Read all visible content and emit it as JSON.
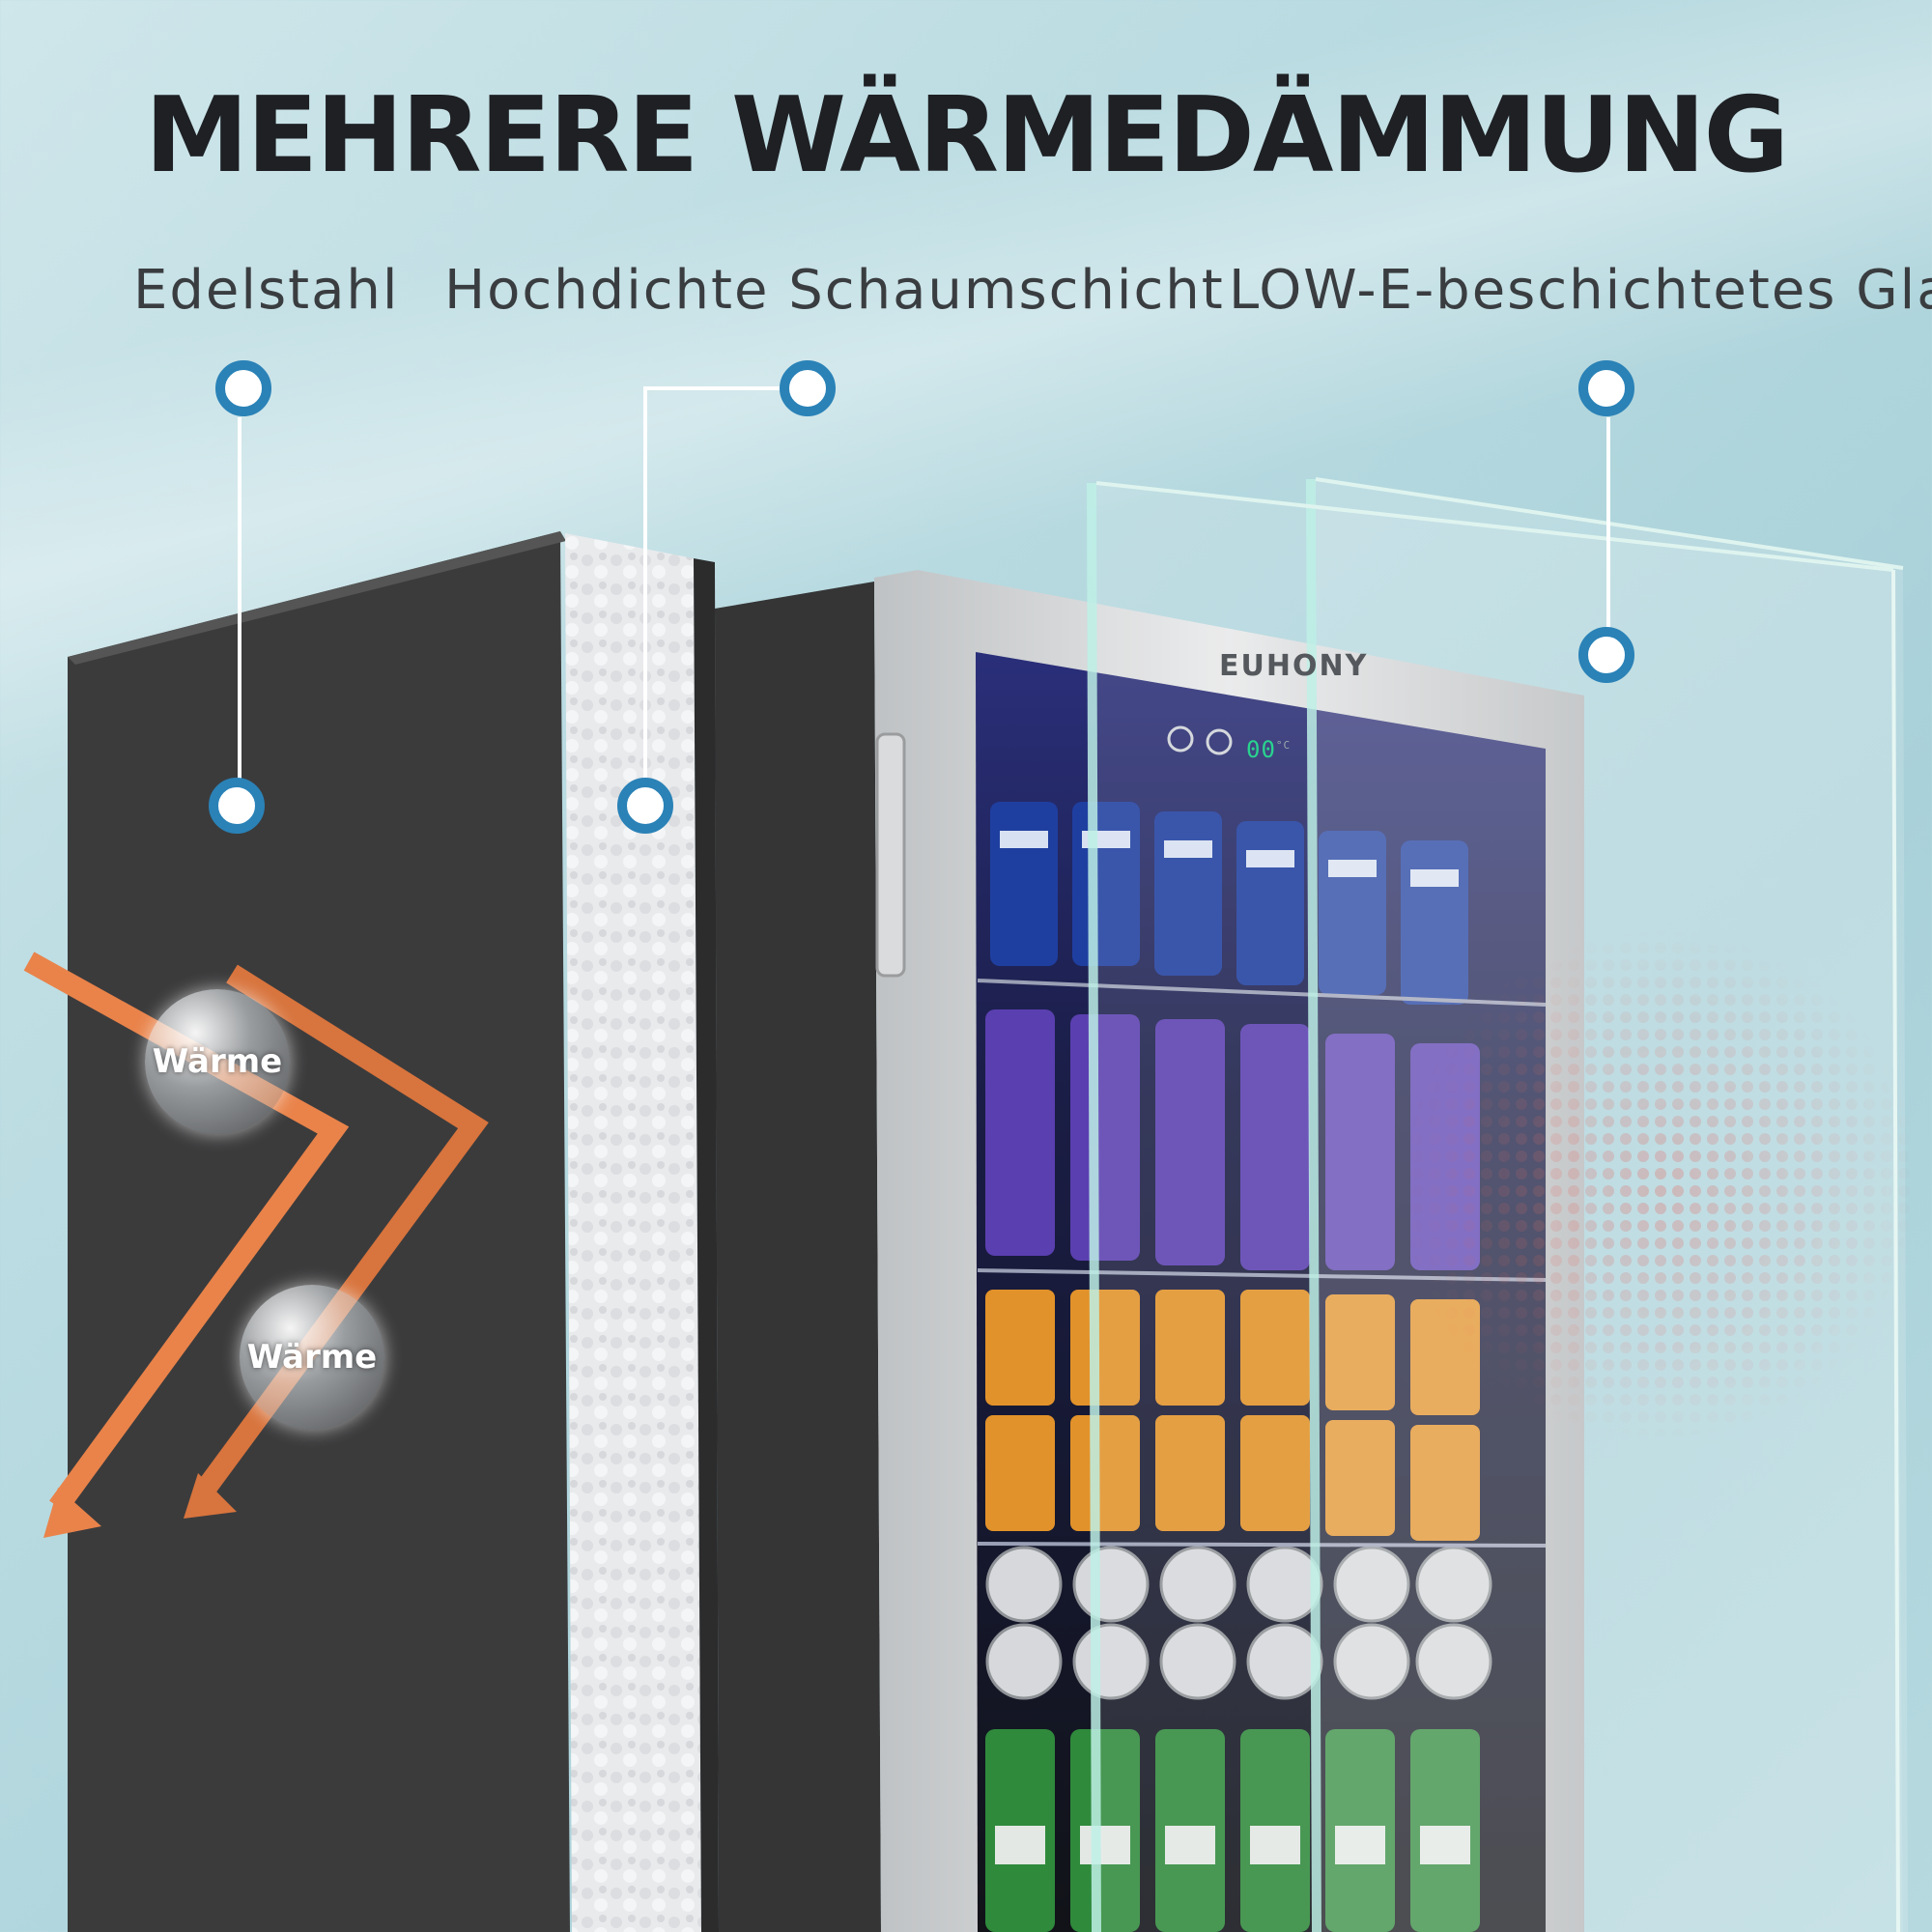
{
  "title": "MEHRERE WÄRMEDÄMMUNG",
  "layers": [
    {
      "label": "Edelstahl"
    },
    {
      "label": "Hochdichte Schaumschicht"
    },
    {
      "label": "LOW-E-beschichtetes Glas"
    }
  ],
  "heat": {
    "label_1": "Wärme",
    "label_2": "Wärme"
  },
  "product": {
    "brand": "EUHONY",
    "temperature": "00",
    "temperature_unit": "°C"
  },
  "colors": {
    "marker": "#2a82b7",
    "heat_arrow": "#e9834a",
    "cabinet": "#3a3a3a",
    "heat_dots": "#e0362f"
  }
}
